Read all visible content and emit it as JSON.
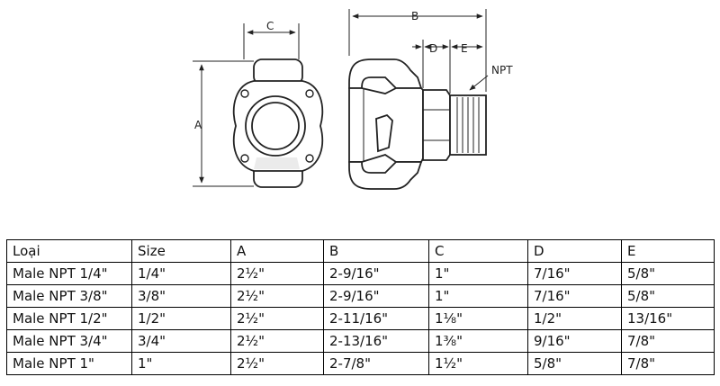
{
  "drawing": {
    "dim_labels": {
      "a": "A",
      "b": "B",
      "c": "C",
      "d": "D",
      "e": "E",
      "npt": "NPT"
    }
  },
  "table": {
    "headers": [
      "Loại",
      "Size",
      "A",
      "B",
      "C",
      "D",
      "E"
    ],
    "rows": [
      [
        "Male NPT 1/4\"",
        "1/4\"",
        "2½\"",
        "2-9/16\"",
        "1\"",
        "7/16\"",
        "5/8\""
      ],
      [
        "Male NPT 3/8\"",
        "3/8\"",
        "2½\"",
        "2-9/16\"",
        "1\"",
        "7/16\"",
        "5/8\""
      ],
      [
        "Male NPT 1/2\"",
        "1/2\"",
        "2½\"",
        "2-11/16\"",
        "1⅛\"",
        "1/2\"",
        "13/16\""
      ],
      [
        "Male NPT 3/4\"",
        "3/4\"",
        "2½\"",
        "2-13/16\"",
        "1⅜\"",
        "9/16\"",
        "7/8\""
      ],
      [
        "Male NPT 1\"",
        "1\"",
        "2½\"",
        "2-7/8\"",
        "1½\"",
        "5/8\"",
        "7/8\""
      ]
    ]
  }
}
